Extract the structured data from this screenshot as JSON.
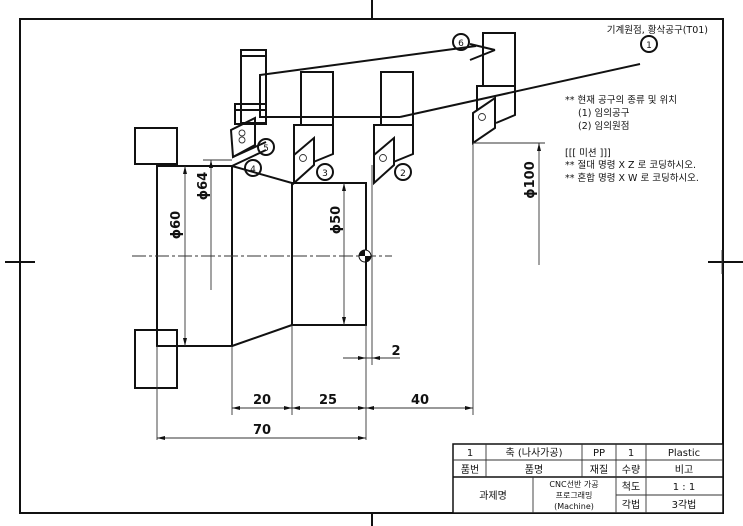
{
  "drawing": {
    "machine_origin_label": "기계원점, 황삭공구(T01)",
    "notes": {
      "heading": "** 현재 공구의 종류 및 위치",
      "item1": "(1) 임의공구",
      "item2": "(2) 임의원점",
      "option_title": "[[[ 미션 ]]]",
      "option1": "** 절대 명령 X Z 로 코딩하시오.",
      "option2": "** 혼합 명령 X W 로 코딩하시오."
    },
    "dimensions": {
      "d60": "ϕ60",
      "d64": "ϕ64",
      "d50": "ϕ50",
      "d100": "ϕ100",
      "len20": "20",
      "len25": "25",
      "len40": "40",
      "len70": "70",
      "gap2": "2"
    },
    "balloons": [
      "1",
      "2",
      "3",
      "4",
      "5",
      "6"
    ]
  },
  "title_block": {
    "row1": {
      "part_no": "1",
      "part_name": "축 (나사가공)",
      "material": "PP",
      "qty": "1",
      "remark": "Plastic"
    },
    "headers": {
      "part_no": "품번",
      "part_name": "품명",
      "material": "재질",
      "qty": "수량",
      "remark": "비고"
    },
    "project_label": "과제명",
    "project_name_line1": "CNC선반 가공",
    "project_name_line2": "프로그래밍",
    "project_name_line3": "(Machine)",
    "scale_label": "척도",
    "scale_value": "1 : 1",
    "projection_label": "각법",
    "projection_value": "3각법"
  }
}
